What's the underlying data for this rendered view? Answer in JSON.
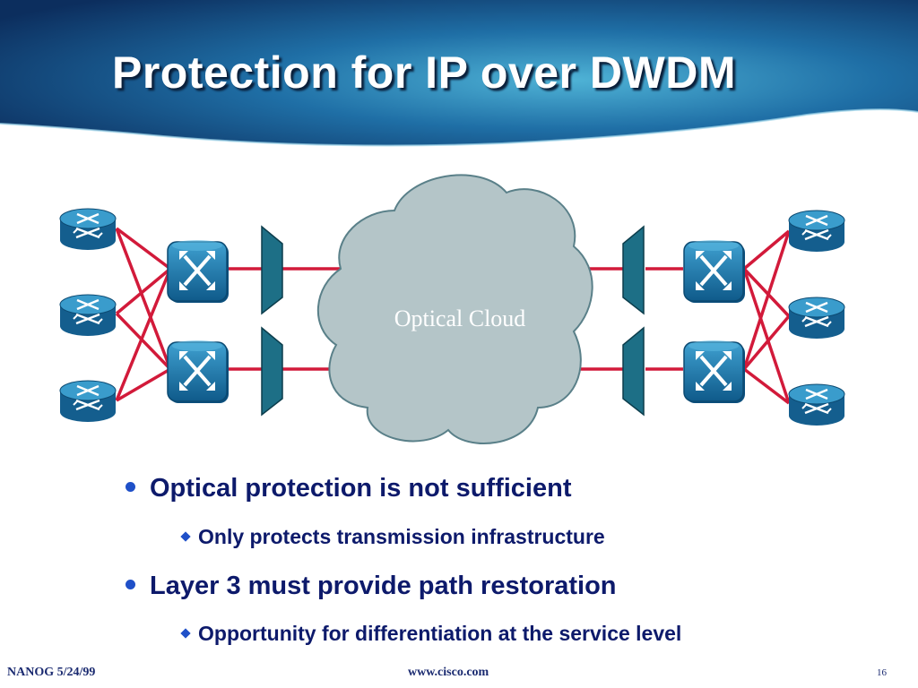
{
  "slide": {
    "title": "Protection for IP over DWDM",
    "cloud_label": "Optical Cloud"
  },
  "bullets": [
    {
      "text": "Optical protection is not sufficient",
      "level": 1
    },
    {
      "text": "Only protects transmission infrastructure",
      "level": 2
    },
    {
      "text": "Layer 3 must provide path restoration",
      "level": 1
    },
    {
      "text": "Opportunity for differentiation at the service level",
      "level": 2
    }
  ],
  "footer": {
    "left": "NANOG 5/24/99",
    "center": "www.cisco.com",
    "page": "16"
  },
  "colors": {
    "header_blue": "#1c6aa0",
    "link_red": "#d21a3a",
    "router_blue": "#1a73a8",
    "mux_teal": "#1d6f86",
    "cloud_fill": "#b4c5c8",
    "text_navy": "#0d1a6b",
    "bullet_blue": "#1f50c8"
  },
  "icons": [
    "router-icon",
    "switch-icon",
    "optical-mux-icon",
    "cloud-icon"
  ]
}
